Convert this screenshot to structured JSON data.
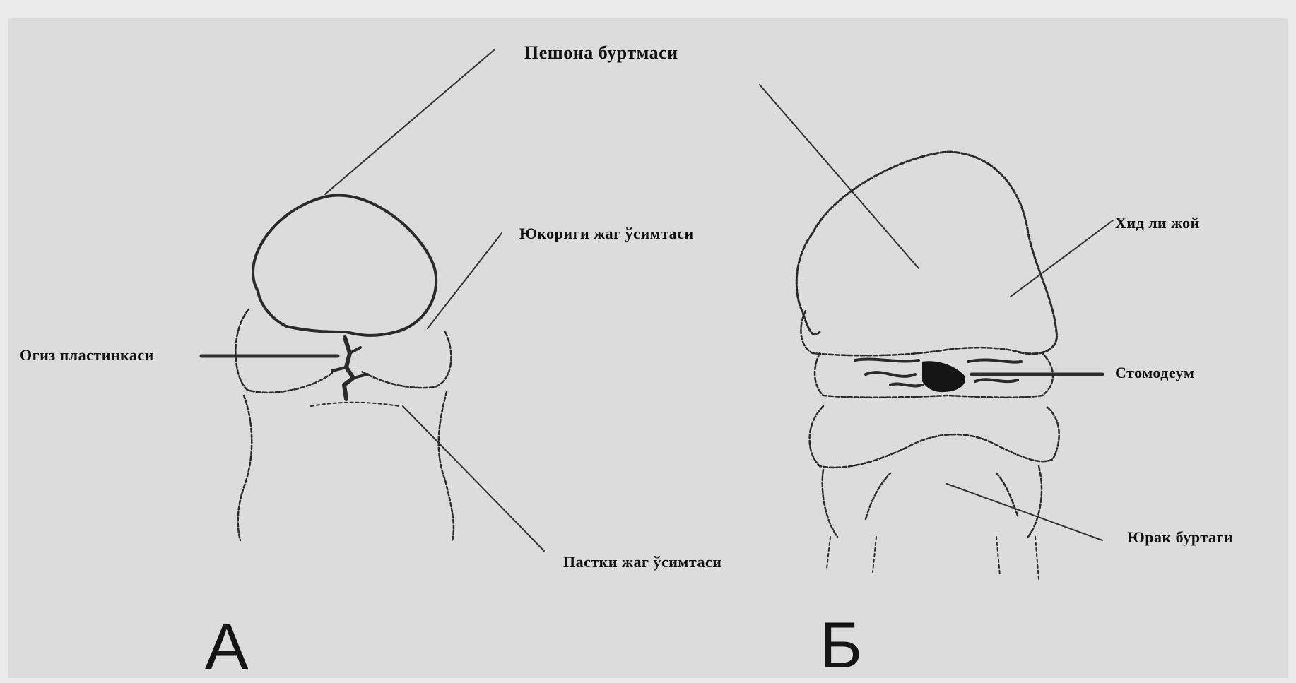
{
  "labels": {
    "frontal_prominence": "Пешона буртмаси",
    "maxillary_process": "Юкориги жаг ўсимтаси",
    "oral_plate": "Огиз пластинкаси",
    "mandibular_process": "Пастки жаг ўсимтаси",
    "olfactory_pit": "Хид ли жой",
    "stomodeum": "Стомодеум",
    "cardiac_bulge": "Юрак буртаги"
  },
  "panels": {
    "left": "А",
    "right": "Б"
  }
}
